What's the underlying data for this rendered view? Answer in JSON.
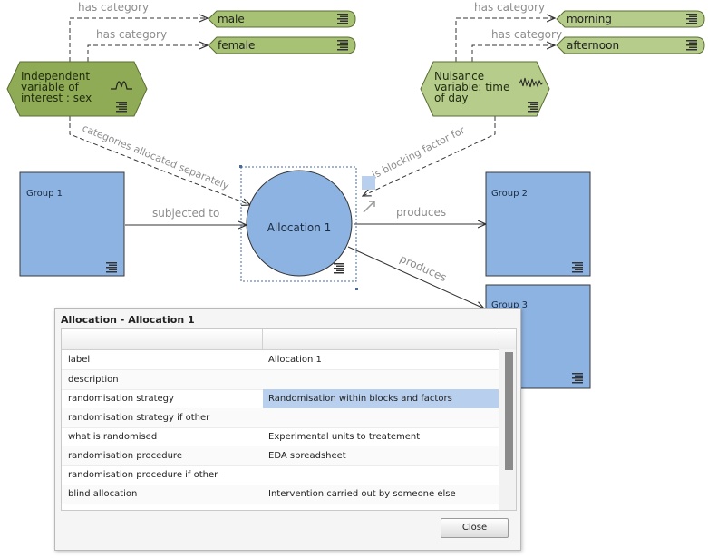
{
  "diagram": {
    "nodes": {
      "male": "male",
      "female": "female",
      "morning": "morning",
      "afternoon": "afternoon",
      "sex_var": [
        "Independent",
        "variable of",
        "interest : sex"
      ],
      "time_var": [
        "Nuisance",
        "variable: time",
        "of day"
      ],
      "group1": "Group 1",
      "group2": "Group 2",
      "group3": "Group 3",
      "allocation": "Allocation 1"
    },
    "edges": {
      "has_category_1": "has category",
      "has_category_2": "has category",
      "has_category_3": "has category",
      "has_category_4": "has category",
      "categories_allocated": "categories allocated separately",
      "blocking_factor": "is blocking factor for",
      "subjected_to": "subjected to",
      "produces_1": "produces",
      "produces_2": "produces"
    }
  },
  "dialog": {
    "title": "Allocation - Allocation 1",
    "rows": [
      {
        "key": "label",
        "value": "Allocation 1"
      },
      {
        "key": "description",
        "value": ""
      },
      {
        "key": "randomisation strategy",
        "value": "Randomisation within blocks and factors"
      },
      {
        "key": "randomisation strategy if other",
        "value": ""
      },
      {
        "key": "what is randomised",
        "value": "Experimental units to treatement"
      },
      {
        "key": "randomisation procedure",
        "value": "EDA spreadsheet"
      },
      {
        "key": "randomisation procedure if other",
        "value": ""
      },
      {
        "key": "blind allocation",
        "value": "Intervention carried out by someone else"
      }
    ],
    "close_label": "Close"
  },
  "colors": {
    "category_fill": "#a7c274",
    "var_fill_left": "#8fab55",
    "var_fill_right": "#b6cc8b",
    "node_blue": "#8db3e2",
    "selection": "#b8d0ee",
    "label_gray": "#8c8c8c"
  },
  "icons": [
    "text-lines-icon",
    "signal-wave-icon",
    "noise-signal-icon",
    "pencil-arrow-icon"
  ]
}
